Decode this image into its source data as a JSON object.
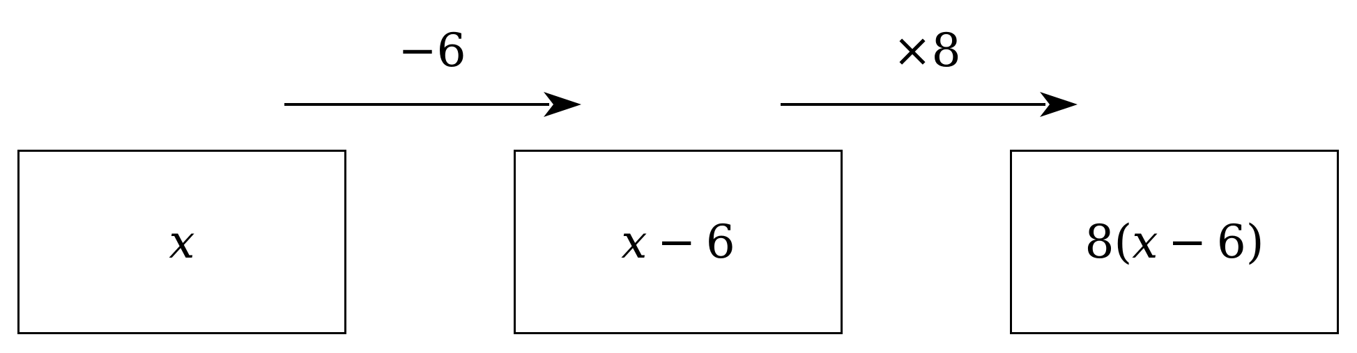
{
  "steps": [
    {
      "operation": "−6"
    },
    {
      "operation": "×8"
    }
  ],
  "boxes": [
    {
      "variable": "x",
      "operator": "",
      "constant": "",
      "prefix": "",
      "suffix": ""
    },
    {
      "variable": "x",
      "operator": "−",
      "constant": "6",
      "prefix": "",
      "suffix": ""
    },
    {
      "variable": "x",
      "operator": "−",
      "constant": "6",
      "prefix": "8(",
      "suffix": ")"
    }
  ]
}
